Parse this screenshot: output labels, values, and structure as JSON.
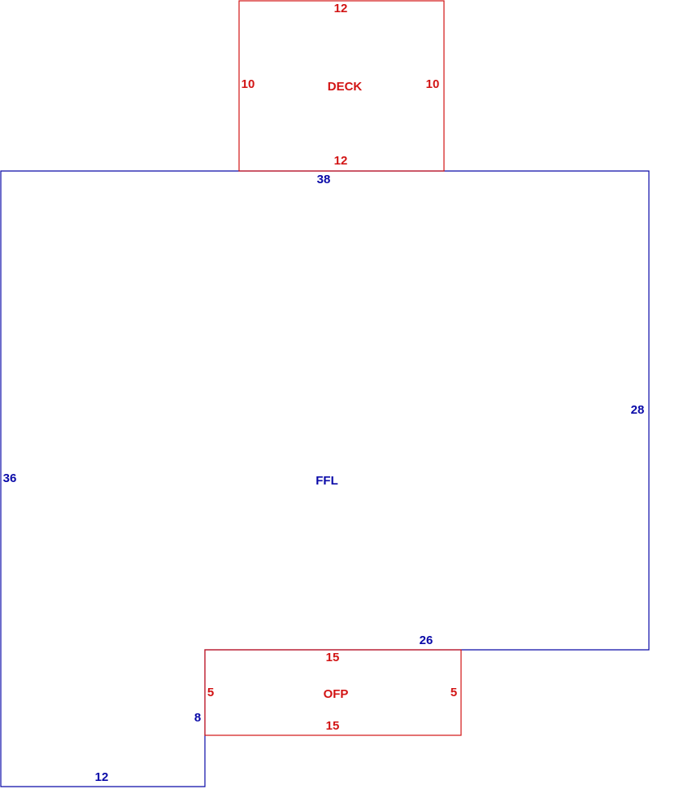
{
  "colors": {
    "ffl": "#0a0aa8",
    "deck": "#d21414",
    "ofp": "#d21414"
  },
  "ffl": {
    "name": "FFL",
    "dims": {
      "top": "38",
      "right": "28",
      "left": "36",
      "bottom_right": "26",
      "bottom_left": "12",
      "step": "8"
    }
  },
  "deck": {
    "name": "DECK",
    "dims": {
      "top": "12",
      "bottom": "12",
      "left": "10",
      "right": "10"
    }
  },
  "ofp": {
    "name": "OFP",
    "dims": {
      "top": "15",
      "bottom": "15",
      "left": "5",
      "right": "5"
    }
  }
}
